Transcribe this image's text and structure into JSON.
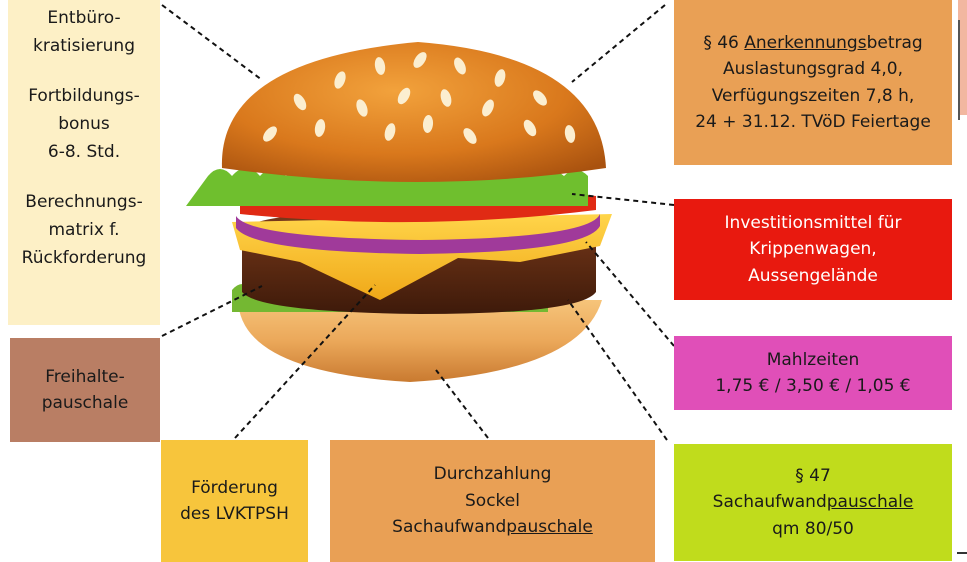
{
  "left_box": {
    "entbuerokratisierung": [
      "Entbüro-",
      "kratisierung"
    ],
    "fortbildungsbonus": [
      "Fortbildungs-",
      "bonus",
      "6-8. Std."
    ],
    "berechnungsmatrix": [
      "Berechnungs-",
      "matrix f.",
      "Rückforderung"
    ]
  },
  "top_right_box": {
    "line1_prefix": "§ 46 ",
    "line1_underlined": "Anerkennungs",
    "line1_suffix": "betrag",
    "line2": "Auslastungsgrad 4,0,",
    "line3": "Verfügungszeiten 7,8 h,",
    "line4": "24 + 31.12. TVöD Feiertage"
  },
  "investition_box": [
    "Investitionsmittel für",
    "Krippenwagen,",
    "Aussengelände"
  ],
  "mahlzeiten_box": [
    "Mahlzeiten",
    "1,75 € / 3,50 € / 1,05 €"
  ],
  "p47_box": {
    "line1": "§ 47",
    "line2_prefix": "Sachaufwand",
    "line2_underlined": "pauschale ",
    "line3": "qm 80/50"
  },
  "freihalte_box": [
    "Freihalte-",
    "pauschale"
  ],
  "foerderung_box": [
    "Förderung",
    "des LVKTPSH"
  ],
  "durchzahlung_box": {
    "line1": "Durchzahlung",
    "line2": "Sockel",
    "line3_prefix": "Sachaufwand",
    "line3_underlined": "pauschale"
  },
  "colors": {
    "left": "#fdf0c6",
    "top_right": "#e9a055",
    "investition": "#e8190f",
    "mahlzeiten": "#e04fb8",
    "p47": "#c0dc1c",
    "freihalte": "#b97e64",
    "foerderung": "#f7c53c",
    "durchzahlung": "#e9a055"
  }
}
